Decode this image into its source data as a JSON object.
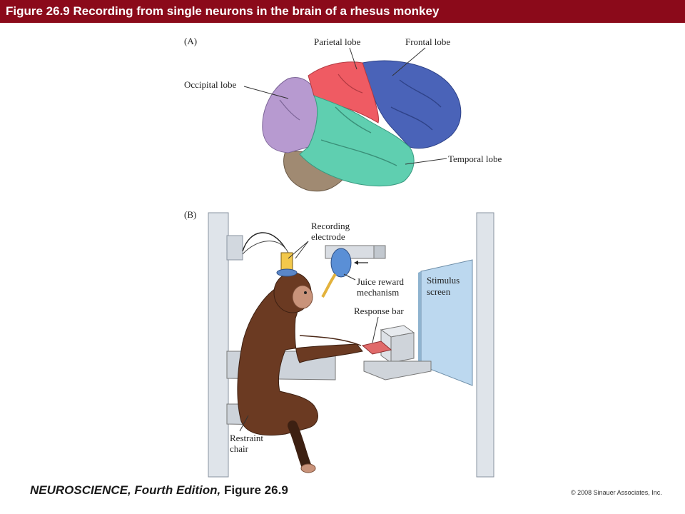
{
  "header": {
    "title": "Figure 26.9  Recording from single neurons in the brain of a rhesus monkey"
  },
  "panel_a": {
    "label": "(A)",
    "lobes": {
      "parietal": "Parietal lobe",
      "frontal": "Frontal lobe",
      "occipital": "Occipital lobe",
      "temporal": "Temporal lobe"
    },
    "colors": {
      "parietal": "#ef5b63",
      "frontal": "#4a63b8",
      "occipital": "#b79ad0",
      "temporal": "#5fcfb0",
      "cerebellum": "#a08a72"
    }
  },
  "panel_b": {
    "label": "(B)",
    "labels": {
      "recording_line1": "Recording",
      "recording_line2": "electrode",
      "juice_line1": "Juice reward",
      "juice_line2": "mechanism",
      "stimulus_line1": "Stimulus",
      "stimulus_line2": "screen",
      "response_bar": "Response bar",
      "restraint_line1": "Restraint",
      "restraint_line2": "chair"
    }
  },
  "footer": {
    "book_title": "NEUROSCIENCE, Fourth Edition,",
    "figure_ref": "Figure 26.9",
    "copyright": "© 2008 Sinauer Associates, Inc."
  }
}
